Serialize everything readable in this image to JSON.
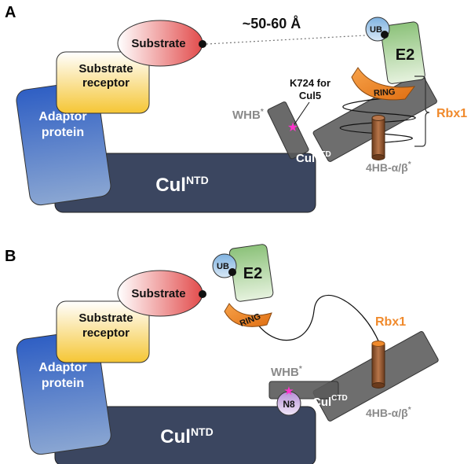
{
  "colors": {
    "cul_ntd": "#3b4660",
    "cul_ctd": "#5d5d5d",
    "rbx1_text": "#f08a2c",
    "ring_fill": "#f08a2c",
    "e2_fill": "#a9cf96",
    "ub_fill": "#9ec6e8",
    "n8_fill": "#c9a8e0",
    "star": "#ff33cc",
    "gray_text": "#8a8a8a"
  },
  "panel_a": {
    "letter": "A",
    "adaptor_line1": "Adaptor",
    "adaptor_line2": "protein",
    "receptor_line1": "Substrate",
    "receptor_line2": "receptor",
    "substrate": "Substrate",
    "distance": "~50-60 Å",
    "ub": "UB",
    "e2": "E2",
    "ring": "RING",
    "rbx1": "Rbx1",
    "whb": "WHB",
    "whb_sup": "*",
    "k724_line1": "K724 for",
    "k724_line2": "Cul5",
    "cul_ctd": "Cul",
    "cul_ctd_sup": "CTD",
    "cul_ntd": "Cul",
    "cul_ntd_sup": "NTD",
    "hb": "4HB-α/β",
    "hb_sup": "*"
  },
  "panel_b": {
    "letter": "B",
    "adaptor_line1": "Adaptor",
    "adaptor_line2": "protein",
    "receptor_line1": "Substrate",
    "receptor_line2": "receptor",
    "substrate": "Substrate",
    "ub": "UB",
    "e2": "E2",
    "ring": "RING",
    "rbx1": "Rbx1",
    "whb": "WHB",
    "whb_sup": "*",
    "n8": "N8",
    "cul_ctd": "Cul",
    "cul_ctd_sup": "CTD",
    "cul_ntd": "Cul",
    "cul_ntd_sup": "NTD",
    "hb": "4HB-α/β",
    "hb_sup": "*"
  }
}
